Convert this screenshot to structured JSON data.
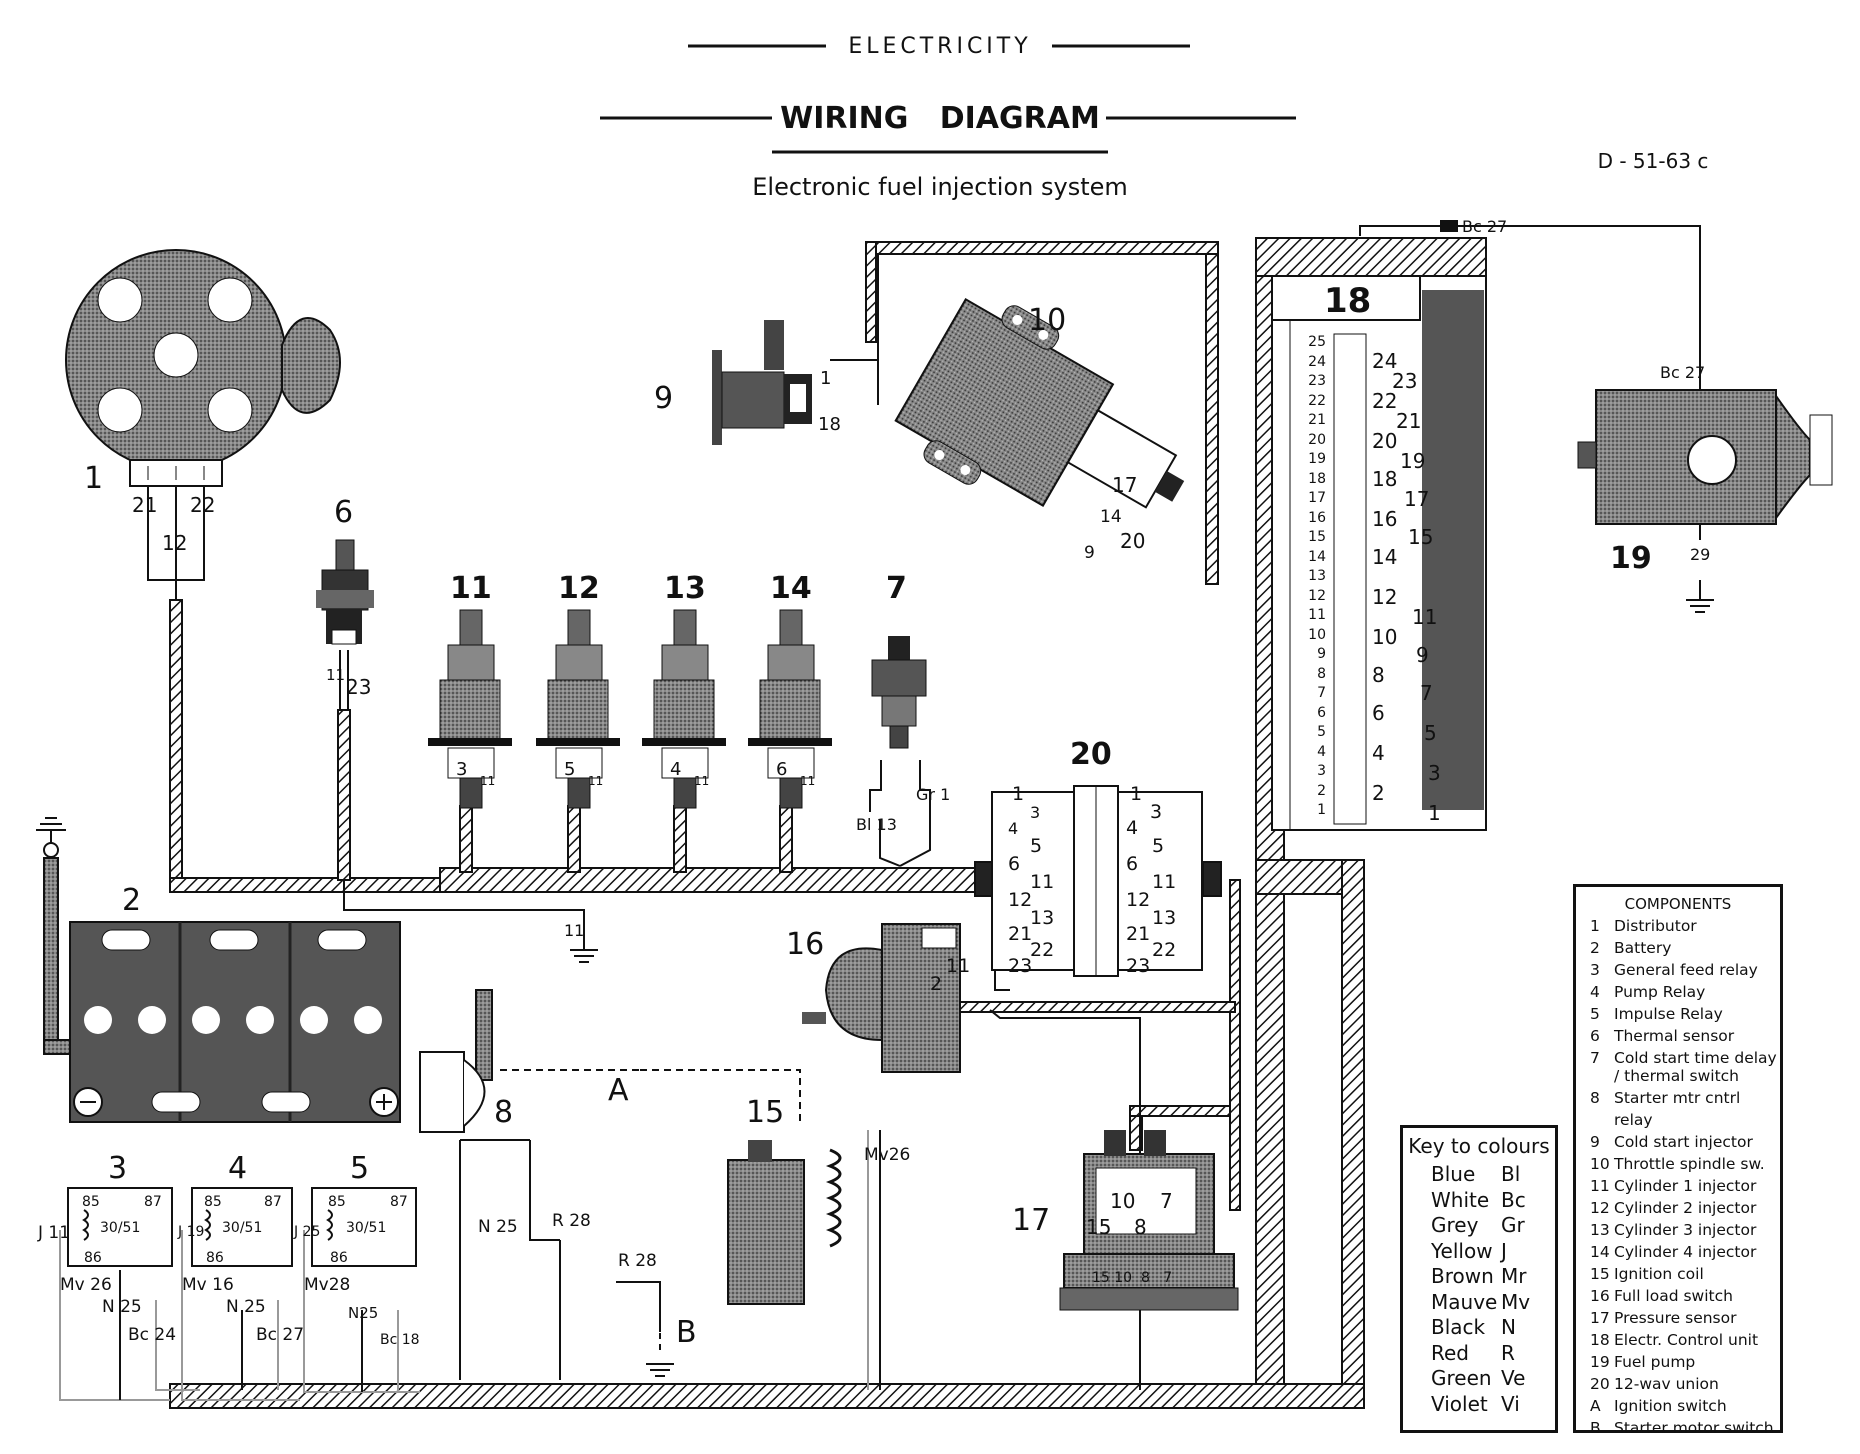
{
  "header": {
    "section": "ELECTRICITY",
    "title": "WIRING   DIAGRAM",
    "subtitle": "Electronic fuel injection system",
    "code": "D - 51-63 c"
  },
  "labels": {
    "n1": "1",
    "n2": "2",
    "n3": "3",
    "n4": "4",
    "n5": "5",
    "n6": "6",
    "n7": "7",
    "n8": "8",
    "n9": "9",
    "n10": "10",
    "n11": "11",
    "n12": "12",
    "n13": "13",
    "n14": "14",
    "n15": "15",
    "n16": "16",
    "n17": "17",
    "n18": "18",
    "n19": "19",
    "n20": "20",
    "A": "A",
    "B": "B",
    "dist_21": "21",
    "dist_12": "12",
    "dist_22": "22",
    "ts_11": "11",
    "ts_23": "23",
    "ground_11": "11",
    "bl13": "Bl 13",
    "gr1": "Gr 1",
    "bc27_top": "Bc 27",
    "bc27_pump": "Bc 27",
    "pump_29": "29",
    "csi_1": "1",
    "csi_18": "18",
    "tps_17": "17",
    "tps_14": "14",
    "tps_9": "9",
    "tps_20": "20",
    "inj1_a": "3",
    "inj1_b": "11",
    "inj2_a": "5",
    "inj2_b": "11",
    "inj3_a": "4",
    "inj3_b": "11",
    "inj4_a": "6",
    "inj4_b": "11",
    "fl_11": "11",
    "fl_2": "2",
    "mv26_coil": "Mv26",
    "n25_a": "N 25",
    "r28_a": "R 28",
    "r28_b": "R 28",
    "ps_10": "10",
    "ps_7": "7",
    "ps_15": "15",
    "ps_8": "8",
    "ps_base": "15 10  8   7",
    "r3_85": "85",
    "r3_87": "87",
    "r3_3051": "30/51",
    "r3_86": "86",
    "r3_j11": "J 11",
    "r3_mv26": "Mv 26",
    "r3_n25": "N 25",
    "r3_bc24": "Bc 24",
    "r4_85": "85",
    "r4_87": "87",
    "r4_3051": "30/51",
    "r4_86": "86",
    "r4_j19": "J 19",
    "r4_mv16": "Mv 16",
    "r4_n25": "N 25",
    "r4_bc27": "Bc 27",
    "r5_85": "85",
    "r5_87": "87",
    "r5_3051": "30/51",
    "r5_86": "86",
    "r5_j25": "J 25",
    "r5_mv28": "Mv28",
    "r5_n25": "N25",
    "r5_bc18": "Bc 18"
  },
  "ecu_pins": {
    "inner": [
      "25",
      "24",
      "23",
      "22",
      "21",
      "20",
      "19",
      "18",
      "17",
      "16",
      "15",
      "14",
      "13",
      "12",
      "11",
      "10",
      "9",
      "8",
      "7",
      "6",
      "5",
      "4",
      "3",
      "2",
      "1"
    ],
    "outer": [
      "24",
      "23",
      "22",
      "21",
      "20",
      "19",
      "18",
      "17",
      "16",
      "15",
      "14",
      "12",
      "11",
      "10",
      "9",
      "8",
      "7",
      "6",
      "5",
      "4",
      "3",
      "2",
      "1"
    ]
  },
  "union": {
    "left": [
      "1",
      "3",
      "4",
      "5",
      "6",
      "11",
      "12",
      "13",
      "21",
      "22",
      "23"
    ],
    "right": [
      "1",
      "3",
      "4",
      "5",
      "6",
      "11",
      "12",
      "13",
      "21",
      "22",
      "23"
    ]
  },
  "key_to_colours": {
    "title": "Key to colours",
    "rows": [
      {
        "colour": "Blue",
        "code": "Bl"
      },
      {
        "colour": "White",
        "code": "Bc"
      },
      {
        "colour": "Grey",
        "code": "Gr"
      },
      {
        "colour": "Yellow",
        "code": "J"
      },
      {
        "colour": "Brown",
        "code": "Mr"
      },
      {
        "colour": "Mauve",
        "code": "Mv"
      },
      {
        "colour": "Black",
        "code": "N"
      },
      {
        "colour": "Red",
        "code": "R"
      },
      {
        "colour": "Green",
        "code": "Ve"
      },
      {
        "colour": "Violet",
        "code": "Vi"
      }
    ]
  },
  "components": {
    "title": "COMPONENTS",
    "rows": [
      {
        "n": "1",
        "t": "Distributor"
      },
      {
        "n": "2",
        "t": "Battery"
      },
      {
        "n": "3",
        "t": "General feed relay"
      },
      {
        "n": "4",
        "t": "Pump Relay"
      },
      {
        "n": "5",
        "t": "Impulse Relay"
      },
      {
        "n": "6",
        "t": "Thermal sensor"
      },
      {
        "n": "7",
        "t": "Cold start time delay\n/ thermal switch"
      },
      {
        "n": "8",
        "t": "Starter mtr cntrl relay"
      },
      {
        "n": "9",
        "t": "Cold start injector"
      },
      {
        "n": "10",
        "t": "Throttle spindle sw."
      },
      {
        "n": "11",
        "t": "Cylinder 1 injector"
      },
      {
        "n": "12",
        "t": "Cylinder 2 injector"
      },
      {
        "n": "13",
        "t": "Cylinder 3 injector"
      },
      {
        "n": "14",
        "t": "Cylinder 4 injector"
      },
      {
        "n": "15",
        "t": "Ignition coil"
      },
      {
        "n": "16",
        "t": "Full load switch"
      },
      {
        "n": "17",
        "t": "Pressure sensor"
      },
      {
        "n": "18",
        "t": "Electr. Control unit"
      },
      {
        "n": "19",
        "t": "Fuel pump"
      },
      {
        "n": "20",
        "t": "12-wav union"
      },
      {
        "n": "A",
        "t": "Ignition switch"
      },
      {
        "n": "B",
        "t": "Starter motor switch"
      }
    ]
  }
}
